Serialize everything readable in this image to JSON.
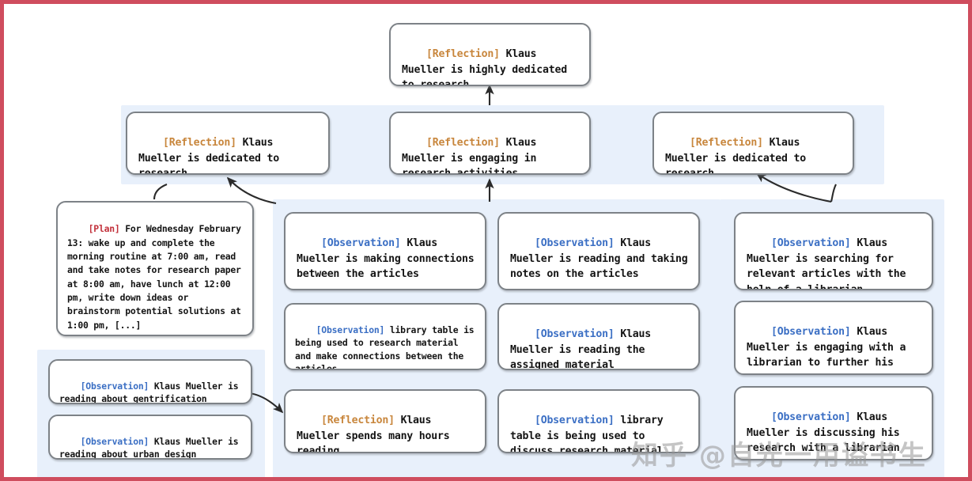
{
  "figure": {
    "border_color": "#cf4d5e",
    "band_color": "#e8f0fb",
    "node_border_color": "#7d8287"
  },
  "tags": {
    "reflection": "[Reflection]",
    "observation": "[Observation]",
    "plan": "[Plan]",
    "reflection_color": "#c8863c",
    "observation_color": "#3b6fc4",
    "plan_color": "#c2303a"
  },
  "nodes": {
    "root_reflection": {
      "tag": "[Reflection]",
      "text": " Klaus Mueller is highly dedicated to research"
    },
    "mid_reflection_left": {
      "tag": "[Reflection]",
      "text": " Klaus Mueller is dedicated to research"
    },
    "mid_reflection_center": {
      "tag": "[Reflection]",
      "text": " Klaus Mueller is engaging in research activities"
    },
    "mid_reflection_right": {
      "tag": "[Reflection]",
      "text": " Klaus Mueller is dedicated to research"
    },
    "plan_box": {
      "tag": "[Plan]",
      "text": " For Wednesday February 13: wake up and complete the morning routine at 7:00 am, read and take notes for research paper at 8:00 am, have lunch at 12:00 pm, write down ideas or brainstorm potential solutions at 1:00 pm, [...]"
    },
    "obs_bottom_left_1": {
      "tag": "[Observation]",
      "text": " Klaus Mueller is reading about gentrification"
    },
    "obs_bottom_left_2": {
      "tag": "[Observation]",
      "text": " Klaus Mueller is reading about urban design"
    },
    "col1_obs_1": {
      "tag": "[Observation]",
      "text": " Klaus Mueller is making connections between the articles"
    },
    "col1_obs_2": {
      "tag": "[Observation]",
      "text": " library table is being used to research material and make connections between the articles"
    },
    "col1_reflection": {
      "tag": "[Reflection]",
      "text": " Klaus Mueller spends many hours reading"
    },
    "col2_obs_1": {
      "tag": "[Observation]",
      "text": " Klaus Mueller is reading and taking notes on the articles"
    },
    "col2_obs_2": {
      "tag": "[Observation]",
      "text": " Klaus Mueller is reading the assigned material"
    },
    "col2_obs_3": {
      "tag": "[Observation]",
      "text": " library table is being used to discuss research material"
    },
    "col3_obs_1": {
      "tag": "[Observation]",
      "text": " Klaus Mueller is searching for relevant articles with the help of a librarian"
    },
    "col3_obs_2": {
      "tag": "[Observation]",
      "text": " Klaus Mueller is engaging with a librarian to further his research"
    },
    "col3_obs_3": {
      "tag": "[Observation]",
      "text": " Klaus Mueller is discussing his research with a librarian"
    }
  },
  "watermark": {
    "text": "知乎 @自光一用谥书生"
  }
}
